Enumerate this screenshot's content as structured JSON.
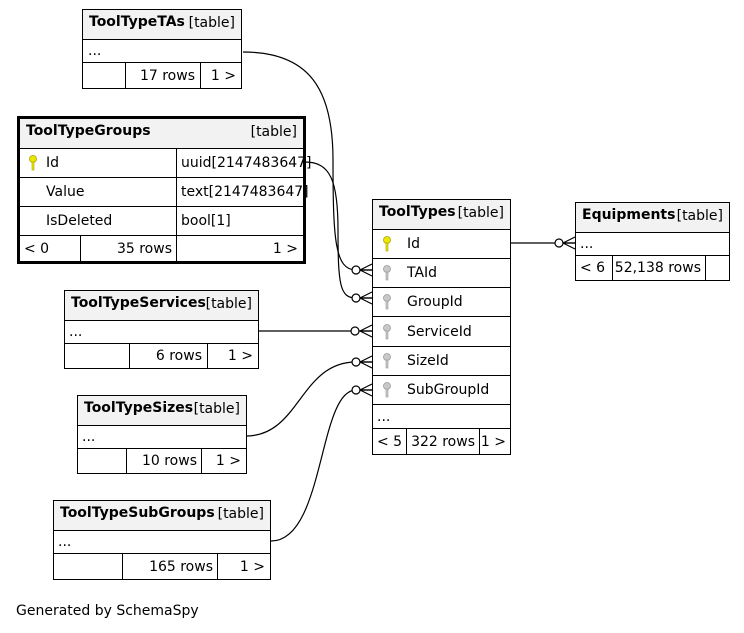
{
  "tables": {
    "tooltypetas": {
      "name": "ToolTypeTAs",
      "tag": "[table]",
      "ellipsis": "...",
      "rows": "17 rows",
      "children": "1 >"
    },
    "tooltypegroups": {
      "name": "ToolTypeGroups",
      "tag": "[table]",
      "columns": [
        {
          "name": "Id",
          "type": "uuid[2147483647]",
          "key": "primary"
        },
        {
          "name": "Value",
          "type": "text[2147483647]"
        },
        {
          "name": "IsDeleted",
          "type": "bool[1]"
        }
      ],
      "parents": "< 0",
      "rows": "35 rows",
      "children": "1 >"
    },
    "tooltypeservices": {
      "name": "ToolTypeServices",
      "tag": "[table]",
      "ellipsis": "...",
      "rows": "6 rows",
      "children": "1 >"
    },
    "tooltypesizes": {
      "name": "ToolTypeSizes",
      "tag": "[table]",
      "ellipsis": "...",
      "rows": "10 rows",
      "children": "1 >"
    },
    "tooltypesubgroups": {
      "name": "ToolTypeSubGroups",
      "tag": "[table]",
      "ellipsis": "...",
      "rows": "165 rows",
      "children": "1 >"
    },
    "tooltypes": {
      "name": "ToolTypes",
      "tag": "[table]",
      "columns": [
        {
          "name": "Id",
          "key": "primary"
        },
        {
          "name": "TAId",
          "key": "foreign"
        },
        {
          "name": "GroupId",
          "key": "foreign"
        },
        {
          "name": "ServiceId",
          "key": "foreign"
        },
        {
          "name": "SizeId",
          "key": "foreign"
        },
        {
          "name": "SubGroupId",
          "key": "foreign"
        }
      ],
      "ellipsis": "...",
      "parents": "< 5",
      "rows": "322 rows",
      "children": "1 >"
    },
    "equipments": {
      "name": "Equipments",
      "tag": "[table]",
      "ellipsis": "...",
      "parents": "< 6",
      "rows": "52,138 rows",
      "children": ""
    }
  },
  "relationships": [
    {
      "from": "ToolTypeTAs",
      "to": "ToolTypes.TAId"
    },
    {
      "from": "ToolTypeGroups.Id",
      "to": "ToolTypes.GroupId"
    },
    {
      "from": "ToolTypeServices",
      "to": "ToolTypes.ServiceId"
    },
    {
      "from": "ToolTypeSizes",
      "to": "ToolTypes.SizeId"
    },
    {
      "from": "ToolTypeSubGroups",
      "to": "ToolTypes.SubGroupId"
    },
    {
      "from": "ToolTypes.Id",
      "to": "Equipments"
    }
  ],
  "colors": {
    "primary_key": "#e8e800",
    "foreign_key": "#b8b8b8",
    "header_bg": "#f2f2f2"
  },
  "footer": "Generated by SchemaSpy"
}
